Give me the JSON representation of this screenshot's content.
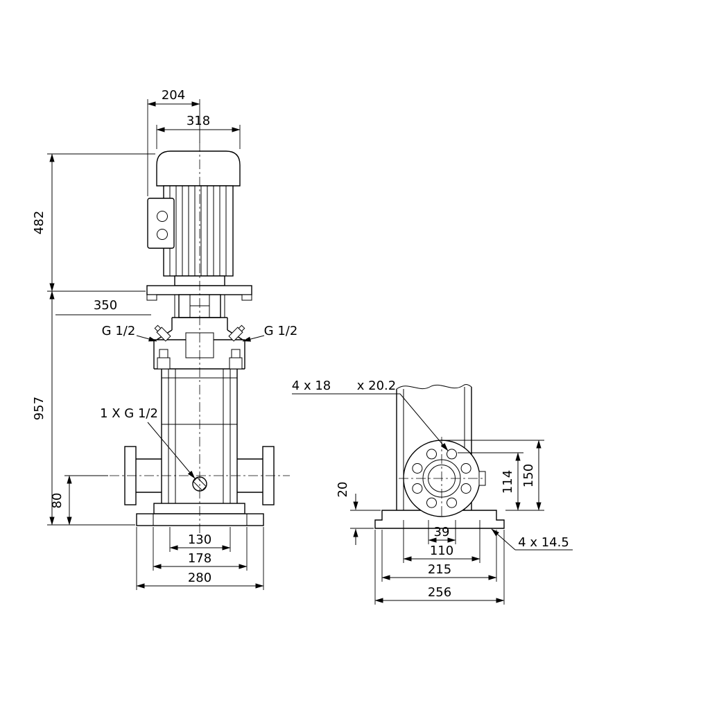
{
  "meta": {
    "background_color": "#ffffff",
    "line_color": "#000000",
    "description": "Dimensional outline drawing of a vertical multistage centrifugal pump, front view and base/flange side view"
  },
  "front_view": {
    "dim_204": "204",
    "dim_318": "318",
    "dim_482": "482",
    "dim_350": "350",
    "dim_957": "957",
    "dim_80": "80",
    "dim_130": "130",
    "dim_178": "178",
    "dim_280": "280",
    "port_left": "G 1/2",
    "port_right": "G 1/2",
    "drain_port": "1 X G 1/2"
  },
  "side_view": {
    "flange_holes": "4 x 18",
    "flange_holes_dia": "x 20.2",
    "dim_20": "20",
    "dim_114": "114",
    "dim_150": "150",
    "dim_39": "39",
    "dim_110": "110",
    "dim_215": "215",
    "dim_256": "256",
    "base_holes": "4 x 14.5"
  }
}
